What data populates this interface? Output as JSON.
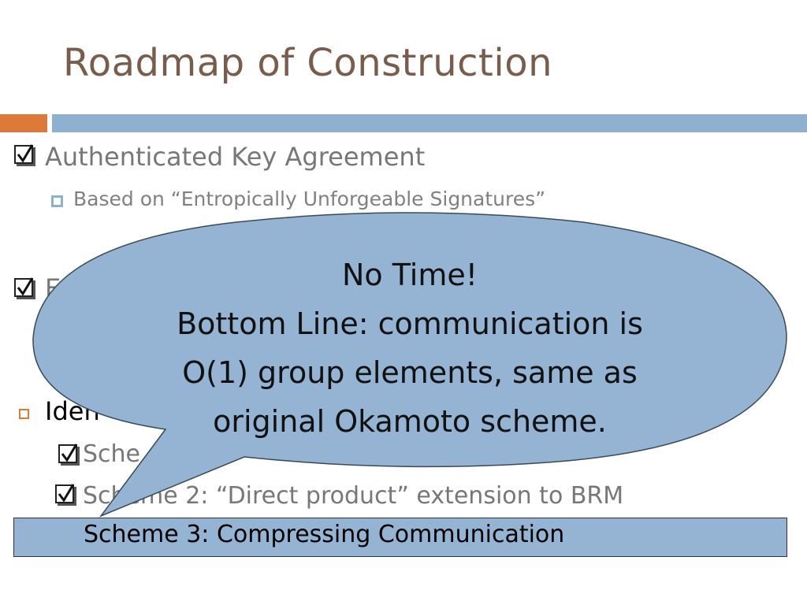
{
  "slide": {
    "title": "Roadmap of Construction",
    "colors": {
      "title": "#7a5c4d",
      "accent_bar": "#dd7a3a",
      "main_bar": "#8fb1d0",
      "callout_fill": "#95b3d2"
    }
  },
  "items": {
    "ake": {
      "label": "Authenticated Key Agreement",
      "checked": true
    },
    "ake_sub": {
      "label": "Based on “Entropically Unforgeable Signatures”"
    },
    "enc": {
      "label": "En",
      "checked": true
    },
    "ident": {
      "label": "Iden",
      "checked": false
    },
    "scheme1": {
      "label": "Sche",
      "checked": true
    },
    "scheme2": {
      "label": "Scheme 2: “Direct product” extension to BRM",
      "checked": true
    },
    "scheme3": {
      "label": "Scheme 3: Compressing Communication"
    }
  },
  "callout": {
    "line1": "No Time!",
    "line2": "Bottom Line: communication is",
    "line3": "O(1) group elements, same as",
    "line4": "original Okamoto scheme."
  },
  "icons": {
    "check": "checkbox-checked-icon",
    "square_bullet": "square-bullet-icon",
    "empty_box": "checkbox-empty-icon"
  }
}
